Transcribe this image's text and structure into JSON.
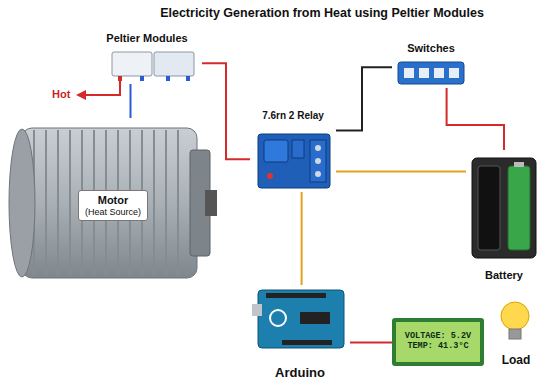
{
  "diagram": {
    "title": "Electricity Generation from Heat using Peltier Modules",
    "nodes": [
      {
        "text": [
          "Peltier Modules"
        ]
      },
      {
        "text": [
          "7.6rn 2 Relay"
        ]
      },
      {
        "text": [
          "Switches"
        ]
      },
      {
        "text": [
          "Motor",
          "(Heat Source)"
        ]
      },
      {
        "text": [
          "Battery"
        ]
      },
      {
        "text": [
          "Arduino"
        ]
      },
      {
        "text": [
          "VOLTAGE: 5.2V",
          "TEMP: 41.3°C"
        ]
      },
      {
        "text": [
          "Load"
        ]
      }
    ],
    "edges": [
      {
        "from": 0,
        "to": 3,
        "arrow": "none"
      },
      {
        "from": 0,
        "to": 1,
        "arrow": "none"
      },
      {
        "from": 1,
        "to": 2,
        "arrow": "none"
      },
      {
        "from": 2,
        "to": 4,
        "arrow": "none"
      },
      {
        "from": 1,
        "to": 4,
        "arrow": "none"
      },
      {
        "from": 1,
        "to": 5,
        "arrow": "none"
      },
      {
        "from": 5,
        "to": 6,
        "arrow": "none"
      }
    ],
    "labels": [
      "Hot"
    ]
  }
}
